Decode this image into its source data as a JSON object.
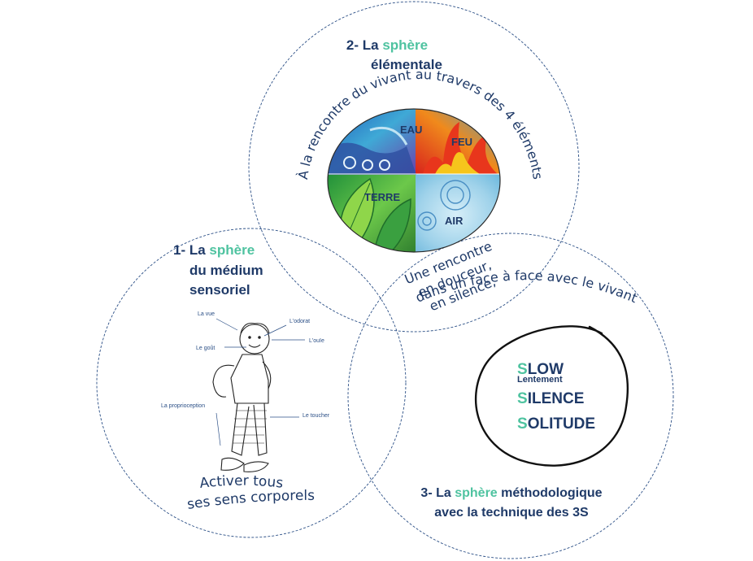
{
  "sphere2": {
    "num": "2- La ",
    "accent": "sphère",
    "line2": "élémentale",
    "arc_text": "À la rencontre du vivant au travers des 4 éléments",
    "elements": {
      "eau": "EAU",
      "feu": "FEU",
      "terre": "TERRE",
      "air": "AIR"
    }
  },
  "sphere1": {
    "num": "1- La ",
    "accent": "sphère",
    "line2": "du médium",
    "line3": "sensoriel",
    "senses": {
      "vue": "La vue",
      "odorat": "L'odorat",
      "gout": "Le goût",
      "ouie": "L'ouïe",
      "proprioception": "La proprioception",
      "toucher": "Le toucher"
    },
    "activer1": "Activer tous",
    "activer2": "ses sens corporels"
  },
  "center": {
    "line1": "Une rencontre",
    "line2": "en douceur,",
    "line3": "en silence,",
    "line4": "dans un face à face avec le vivant"
  },
  "sphere3": {
    "num": "3- La ",
    "accent": "sphère",
    "rest": " méthodologique",
    "line2": "avec la technique des 3S",
    "slow_s": "S",
    "slow_rest": "LOW",
    "lentement": "Lentement",
    "silence_s": "S",
    "silence_rest": "ILENCE",
    "solitude_s": "S",
    "solitude_rest": "OLITUDE"
  },
  "colors": {
    "navy": "#1f3a68",
    "accent_green": "#4fc3a0",
    "circle_stroke": "#2b4f86"
  }
}
